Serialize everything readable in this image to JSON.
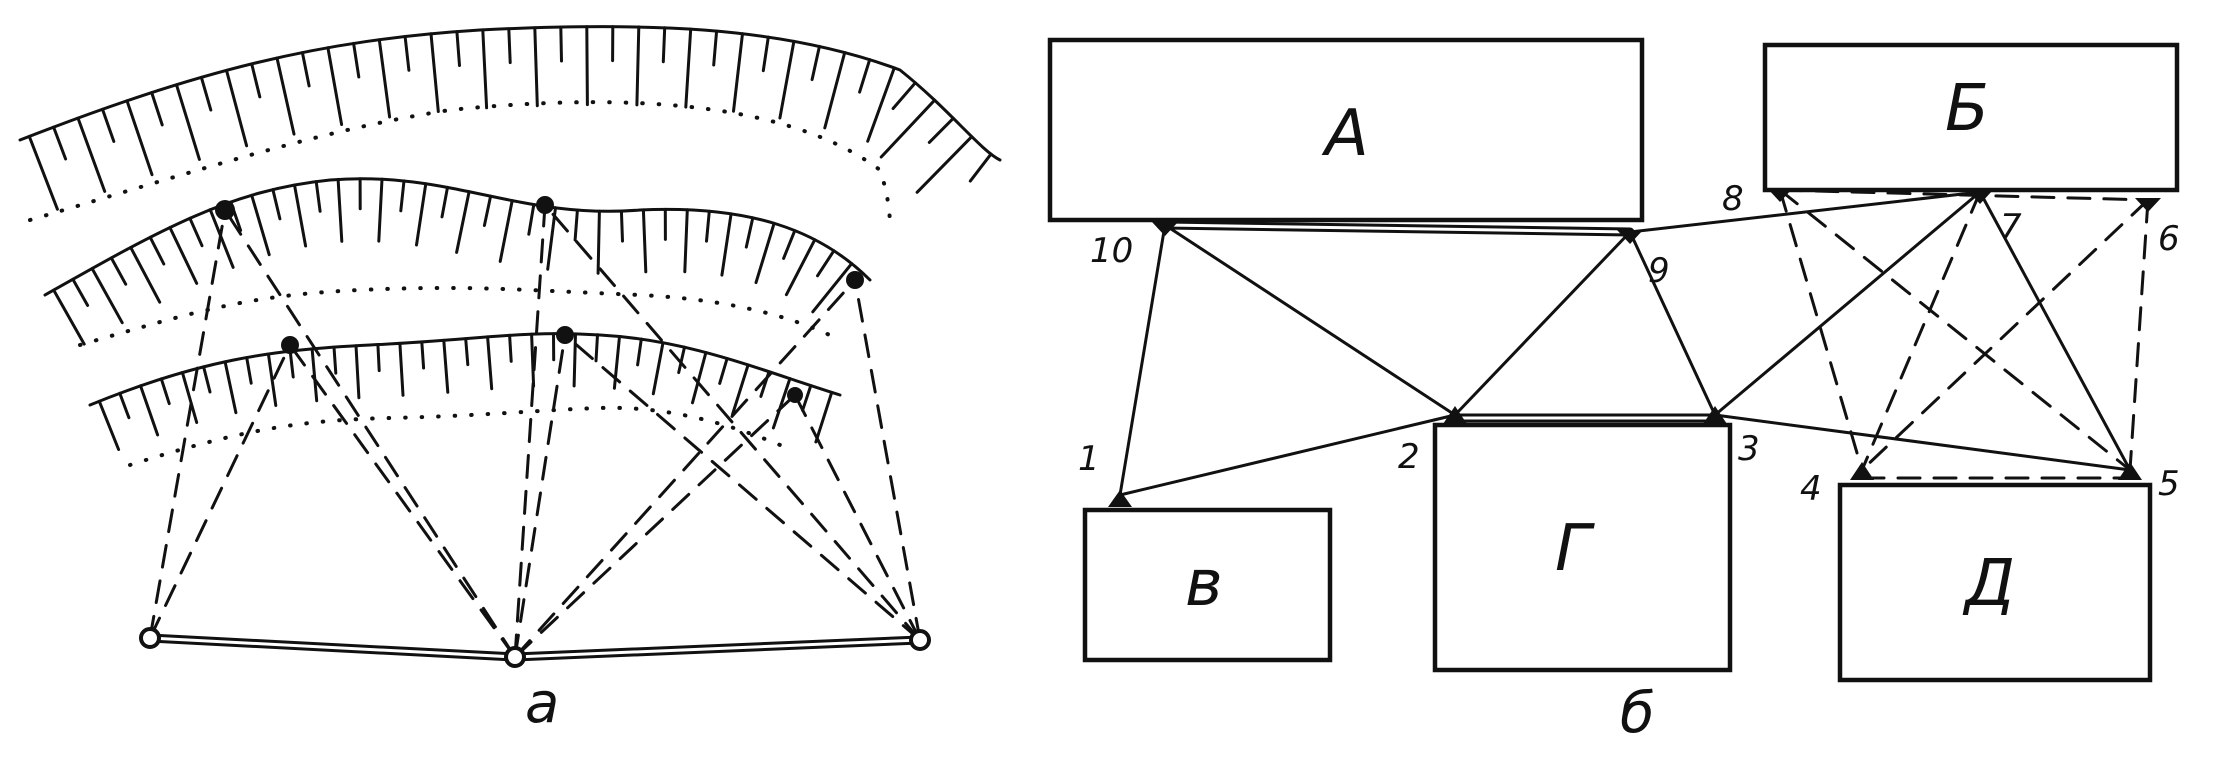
{
  "panels": {
    "a": {
      "caption": "а"
    },
    "b": {
      "caption": "б",
      "buildings": [
        {
          "id": "A",
          "label": "А"
        },
        {
          "id": "B",
          "label": "Б"
        },
        {
          "id": "V",
          "label": "в"
        },
        {
          "id": "G",
          "label": "Г"
        },
        {
          "id": "D",
          "label": "Д"
        }
      ],
      "points": [
        {
          "label": "1"
        },
        {
          "label": "2"
        },
        {
          "label": "3"
        },
        {
          "label": "4"
        },
        {
          "label": "5"
        },
        {
          "label": "6"
        },
        {
          "label": "7"
        },
        {
          "label": "8"
        },
        {
          "label": "9"
        },
        {
          "label": "10"
        }
      ]
    }
  },
  "colors": {
    "ink": "#111111",
    "paper": "#ffffff"
  }
}
